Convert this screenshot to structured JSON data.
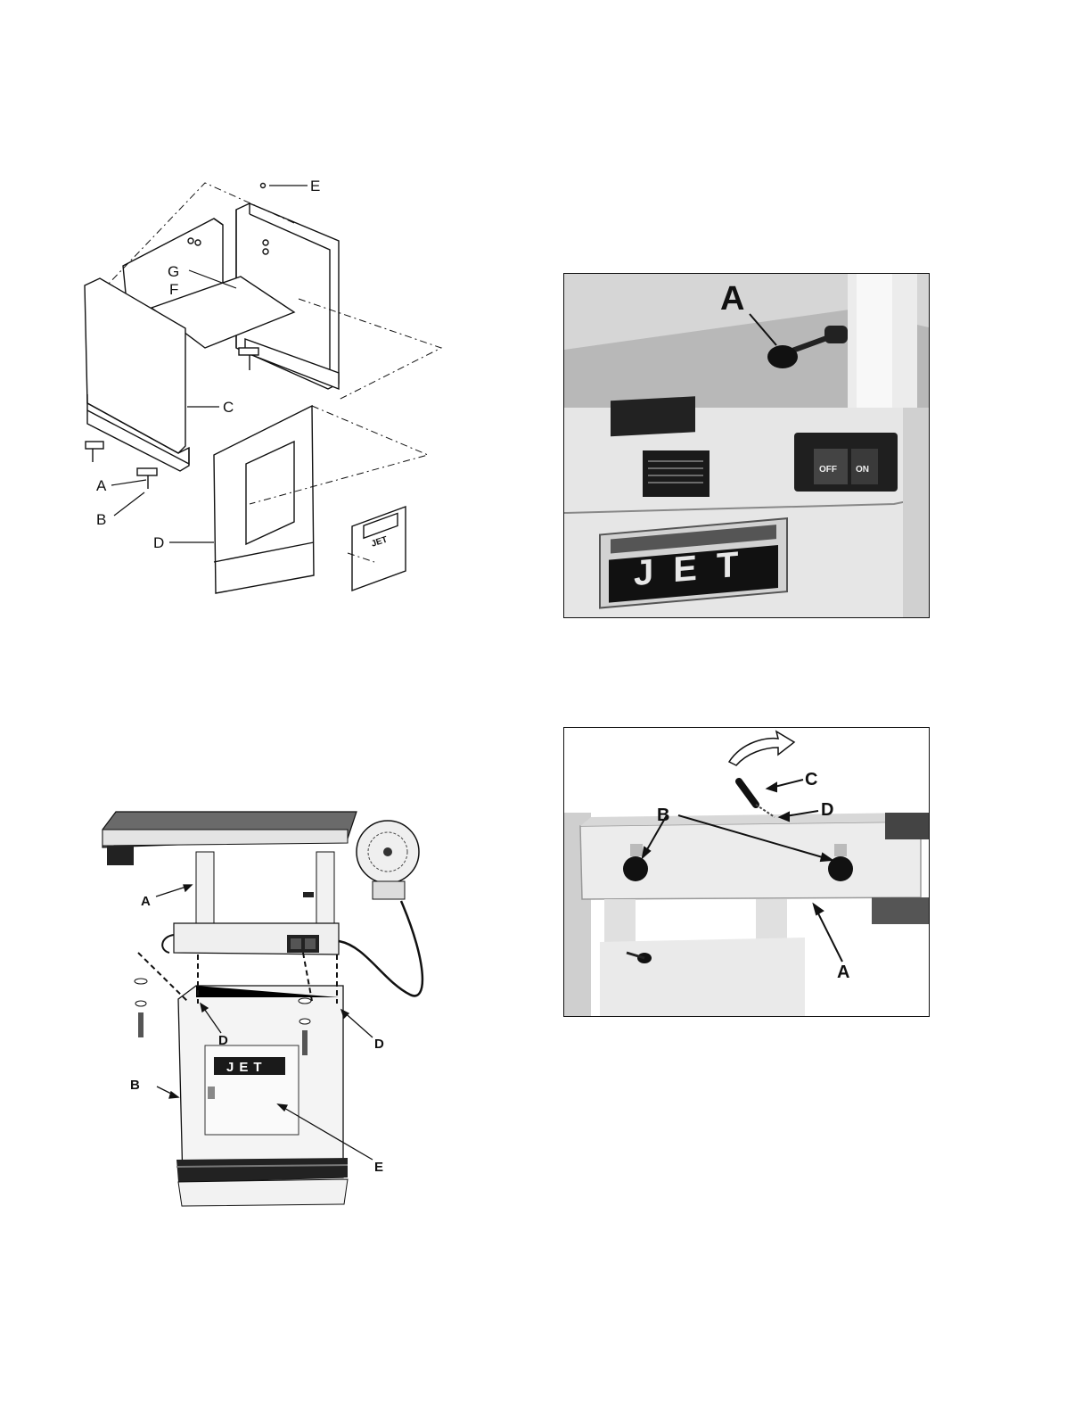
{
  "fig1": {
    "callouts": {
      "a": "A",
      "b": "B",
      "c": "C",
      "d": "D",
      "e": "E",
      "f": "F",
      "g": "G"
    },
    "badge_text": "JET"
  },
  "fig2": {
    "callouts": {
      "a": "A",
      "b": "B",
      "d1": "D",
      "d2": "D",
      "e": "E"
    },
    "logo_text": "JET"
  },
  "fig3": {
    "callout": "A",
    "logo_text": "JET",
    "switch_off": "OFF",
    "switch_on": "ON"
  },
  "fig4": {
    "callouts": {
      "a": "A",
      "b": "B",
      "c": "C",
      "d": "D"
    }
  }
}
